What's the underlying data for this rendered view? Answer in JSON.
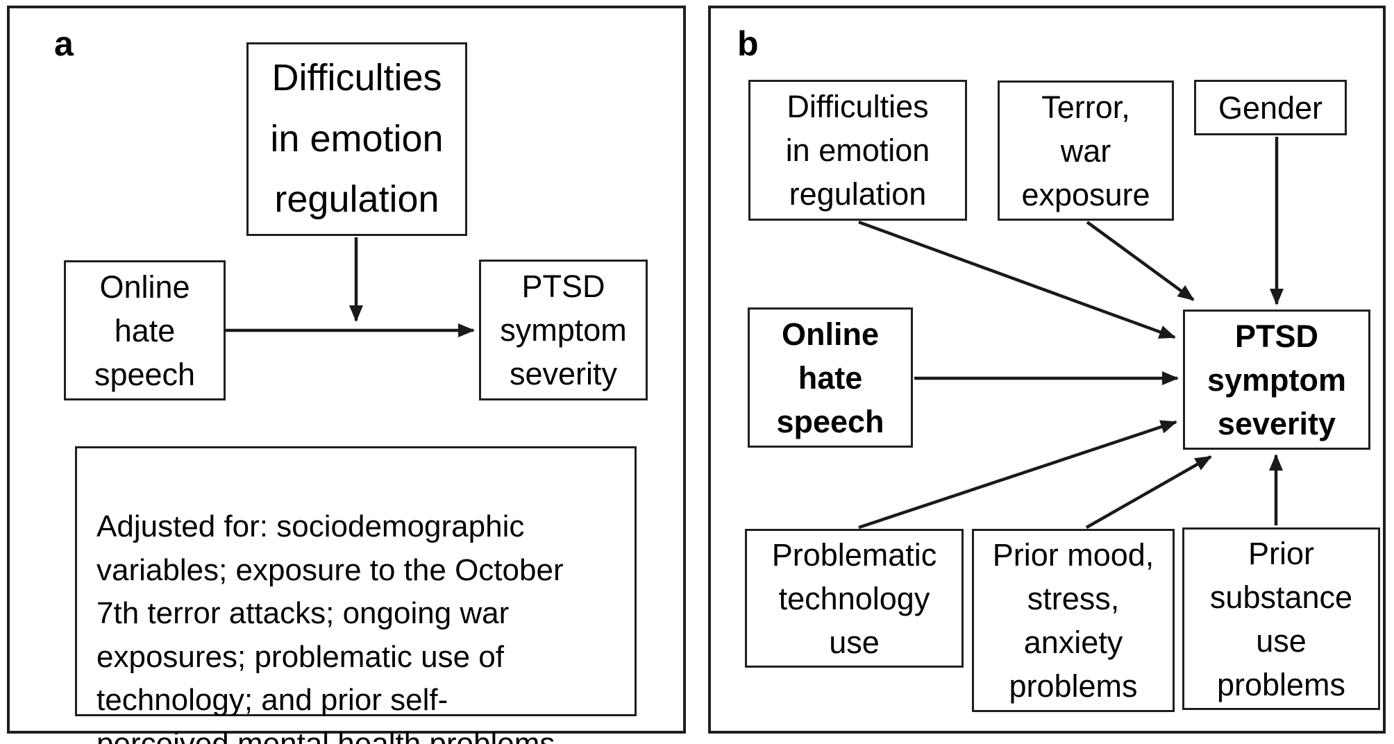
{
  "figure": {
    "type": "path-diagram",
    "background": "#ffffff",
    "stroke_color": "#1a1a1a",
    "text_color": "#000000"
  },
  "panel_a": {
    "label": "a",
    "boxes": {
      "emotion_regulation": {
        "text": "Difficulties\nin emotion\nregulation"
      },
      "online_hate_speech": {
        "text": "Online\nhate\nspeech"
      },
      "ptsd": {
        "text": "PTSD\nsymptom\nseverity"
      }
    },
    "adjusted_note": "Adjusted for: sociodemographic\nvariables; exposure to the October\n7th terror attacks; ongoing war\nexposures; problematic use of\ntechnology; and prior self-\nperceived mental health problems",
    "edges": [
      {
        "from": "online_hate_speech",
        "to": "ptsd"
      },
      {
        "from": "emotion_regulation",
        "to": "arrow:online_hate_speech->ptsd"
      }
    ]
  },
  "panel_b": {
    "label": "b",
    "boxes": {
      "emotion_regulation": {
        "text": "Difficulties\nin emotion\nregulation",
        "bold": false
      },
      "terror_war_exposure": {
        "text": "Terror,\nwar\nexposure",
        "bold": false
      },
      "gender": {
        "text": "Gender",
        "bold": false
      },
      "online_hate_speech": {
        "text": "Online\nhate\nspeech",
        "bold": true
      },
      "ptsd": {
        "text": "PTSD\nsymptom\nseverity",
        "bold": true
      },
      "problematic_technology_use": {
        "text": "Problematic\ntechnology\nuse",
        "bold": false
      },
      "prior_mood_stress_anxiety": {
        "text": "Prior mood,\nstress,\nanxiety\nproblems",
        "bold": false
      },
      "prior_substance_use": {
        "text": "Prior\nsubstance\nuse\nproblems",
        "bold": false
      }
    },
    "edges": [
      {
        "from": "emotion_regulation",
        "to": "ptsd"
      },
      {
        "from": "terror_war_exposure",
        "to": "ptsd"
      },
      {
        "from": "gender",
        "to": "ptsd"
      },
      {
        "from": "online_hate_speech",
        "to": "ptsd"
      },
      {
        "from": "problematic_technology_use",
        "to": "ptsd"
      },
      {
        "from": "prior_mood_stress_anxiety",
        "to": "ptsd"
      },
      {
        "from": "prior_substance_use",
        "to": "ptsd"
      }
    ]
  }
}
